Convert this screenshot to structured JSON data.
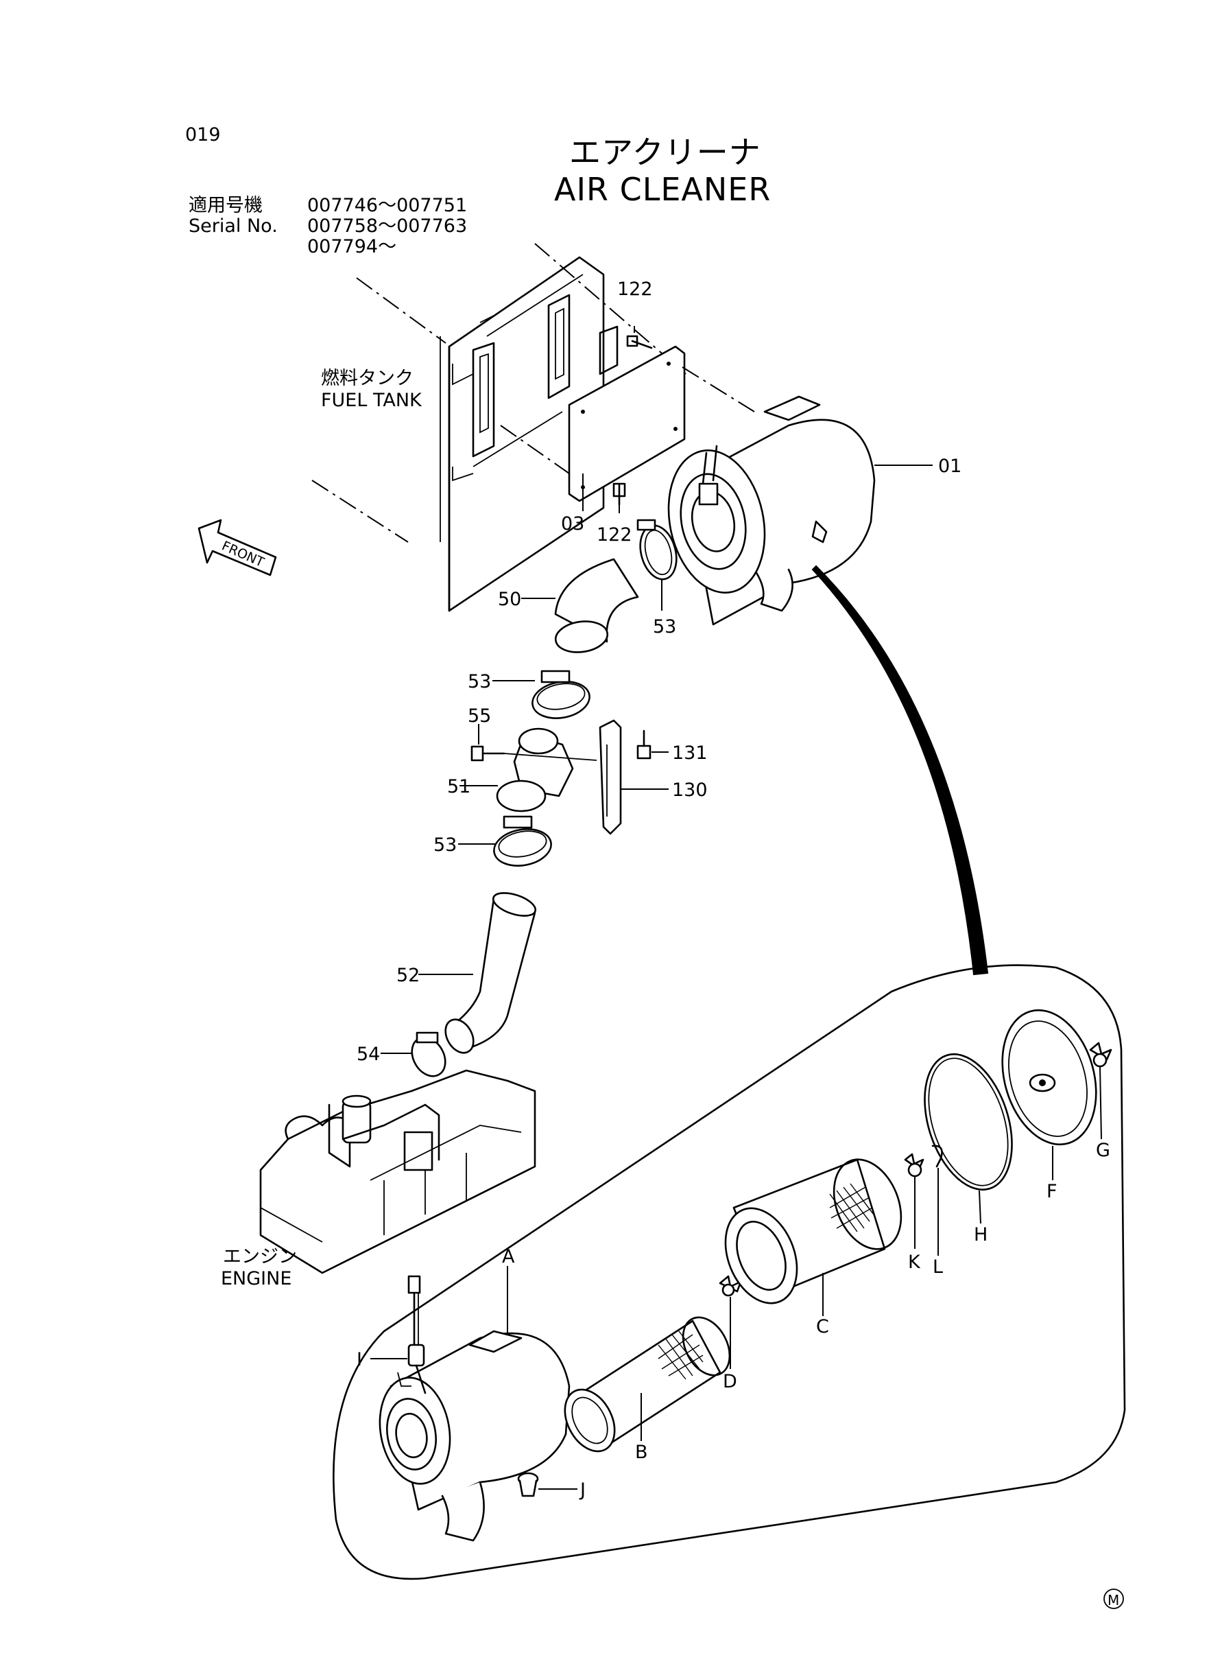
{
  "page_number": "019",
  "title": {
    "ja": "エアクリーナ",
    "en": "AIR  CLEANER"
  },
  "serial": {
    "label_ja": "適用号機",
    "label_en": "Serial No.",
    "ranges": [
      "007746～007751",
      "007758～007763",
      "007794～"
    ]
  },
  "captions": {
    "fuel_tank_ja": "燃料タンク",
    "fuel_tank_en": "FUEL  TANK",
    "engine_ja": "エンジン",
    "engine_en": "ENGINE",
    "front": "FRONT",
    "mark": "M"
  },
  "part_labels": {
    "p01": "01",
    "p03": "03",
    "p122a": "122",
    "p122b": "122",
    "p50": "50",
    "p51": "51",
    "p52": "52",
    "p53a": "53",
    "p53b": "53",
    "p53c": "53",
    "p54": "54",
    "p55": "55",
    "p130": "130",
    "p131": "131",
    "A": "A",
    "B": "B",
    "C": "C",
    "D": "D",
    "F": "F",
    "G": "G",
    "H": "H",
    "I": "I",
    "J": "J",
    "K": "K",
    "L": "L"
  }
}
